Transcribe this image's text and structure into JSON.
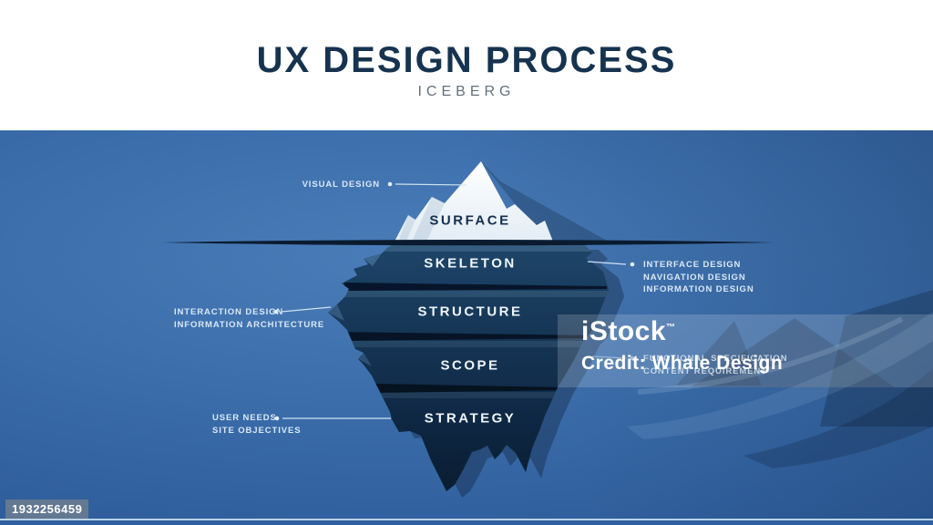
{
  "header": {
    "title": "UX DESIGN PROCESS",
    "subtitle": "ICEBERG"
  },
  "iceberg": {
    "levels": [
      {
        "label": "SURFACE",
        "position": "above-waterline"
      },
      {
        "label": "SKELETON",
        "position": "below-waterline"
      },
      {
        "label": "STRUCTURE",
        "position": "below-waterline"
      },
      {
        "label": "SCOPE",
        "position": "below-waterline"
      },
      {
        "label": "STRATEGY",
        "position": "below-waterline"
      }
    ]
  },
  "annotations": {
    "surface_left": {
      "lines": [
        "VISUAL DESIGN"
      ]
    },
    "skeleton_right": {
      "lines": [
        "INTERFACE DESIGN",
        "NAVIGATION DESIGN",
        "INFORMATION DESIGN"
      ]
    },
    "structure_left": {
      "lines": [
        "INTERACTION DESIGN",
        "INFORMATION ARCHITECTURE"
      ]
    },
    "scope_right": {
      "lines": [
        "FUNCTIONAL SPECIFICATION",
        "CONTENT REQUIREMENT"
      ]
    },
    "strategy_left": {
      "lines": [
        "USER NEEDS",
        "SITE OBJECTIVES"
      ]
    }
  },
  "watermark": {
    "brand": "iStock",
    "tm": "™",
    "credit": "Credit: Whale Design",
    "image_id": "1932256459"
  },
  "colors": {
    "title_navy": "#16334f",
    "subtitle_gray": "#64707c",
    "background_blue": "#3a6ca9",
    "iceberg_deep_navy": "#0a1c30",
    "iceberg_tip_white": "#f4f8fc",
    "annotation_text": "#d9e8f7",
    "waterline": "#0a1b2f"
  }
}
